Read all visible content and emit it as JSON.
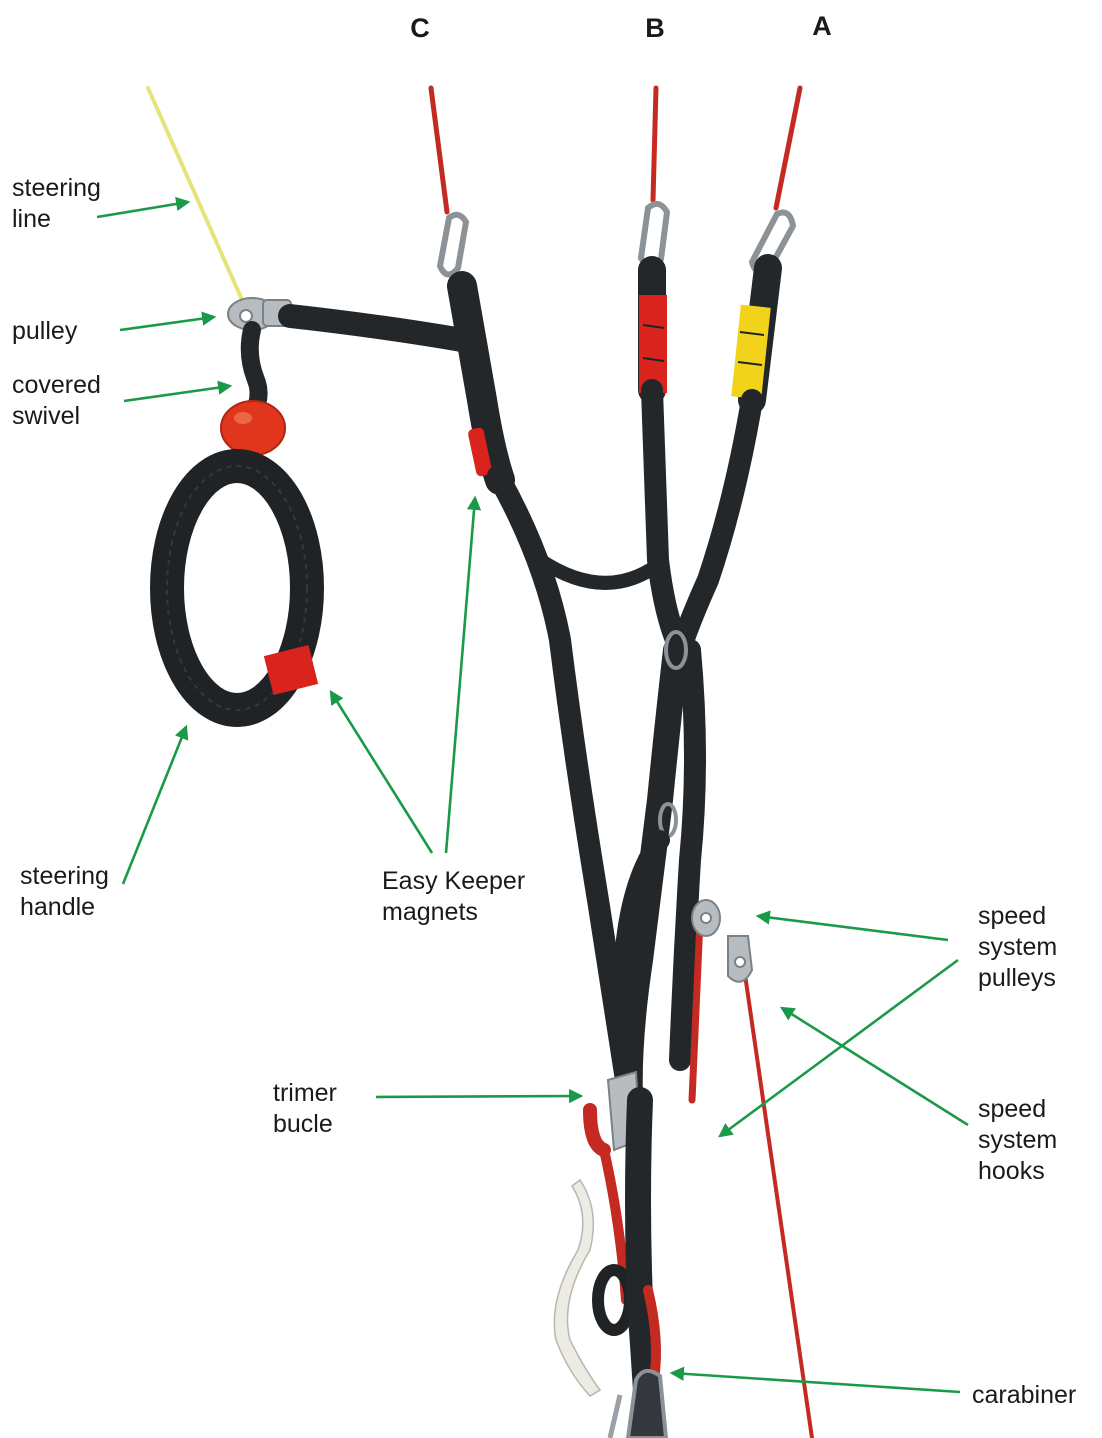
{
  "risers": {
    "c": "C",
    "b": "B",
    "a": "A"
  },
  "labels": {
    "steering_line": [
      "steering",
      "line"
    ],
    "pulley": "pulley",
    "covered_swivel": [
      "covered",
      "swivel"
    ],
    "steering_handle": [
      "steering",
      "handle"
    ],
    "easy_keeper": [
      "Easy Keeper",
      "magnets"
    ],
    "speed_pulleys": [
      "speed",
      "system",
      "pulleys"
    ],
    "speed_hooks": [
      "speed",
      "system",
      "hooks"
    ],
    "trimer_bucle": [
      "trimer",
      "bucle"
    ],
    "carabiner": "carabiner"
  },
  "colors": {
    "arrow": "#1a9a48",
    "webbing": "#24272a",
    "riser_a_marker": "#f2d31b",
    "riser_b_marker": "#d8241c",
    "line_red": "#c42a22",
    "steering_line": "#e6e37a",
    "handle_ball": "#e0361e",
    "handle_tab": "#d8241c"
  },
  "icons": {
    "arrow": "green-arrow-icon"
  }
}
